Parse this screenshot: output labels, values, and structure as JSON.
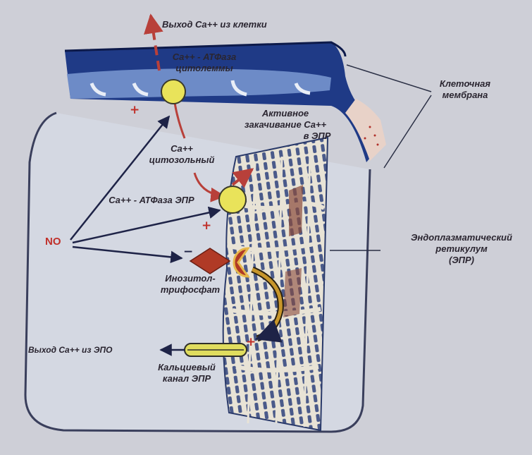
{
  "labels": {
    "ca_exit_cell": "Выход Ca++ из клетки",
    "atpase_plasma_1": "Ca++ - АТФаза",
    "atpase_plasma_2": "цитолеммы",
    "cell_membrane_1": "Клеточная",
    "cell_membrane_2": "мембрана",
    "active_pump_1": "Активное",
    "active_pump_2": "закачивание Ca++",
    "active_pump_3": "в ЭПР",
    "ca_cytosol_1": "Ca++",
    "ca_cytosol_2": "цитозольный",
    "atpase_er": "Ca++ - АТФаза ЭПР",
    "no": "NO",
    "er_1": "Эндоплазматический",
    "er_2": "ретикулум",
    "er_3": "(ЭПР)",
    "ip3_1": "Инозитол-",
    "ip3_2": "трифосфат",
    "ca_exit_er": "Выход Ca++ из ЭПО",
    "ca_channel_1": "Кальциевый",
    "ca_channel_2": "канал ЭПР"
  },
  "signs": {
    "plus_top": "+",
    "plus_er": "+",
    "minus_ip3": "−",
    "plus_channel": "+"
  },
  "colors": {
    "background": "#c9ccd6",
    "membrane": "#1f3a86",
    "pump_yellow": "#e9e35a",
    "diamond_red": "#b03a26",
    "arrow_red": "#b8403a",
    "arrow_dark": "#2a2f5a",
    "er_cream": "#ede7da"
  }
}
